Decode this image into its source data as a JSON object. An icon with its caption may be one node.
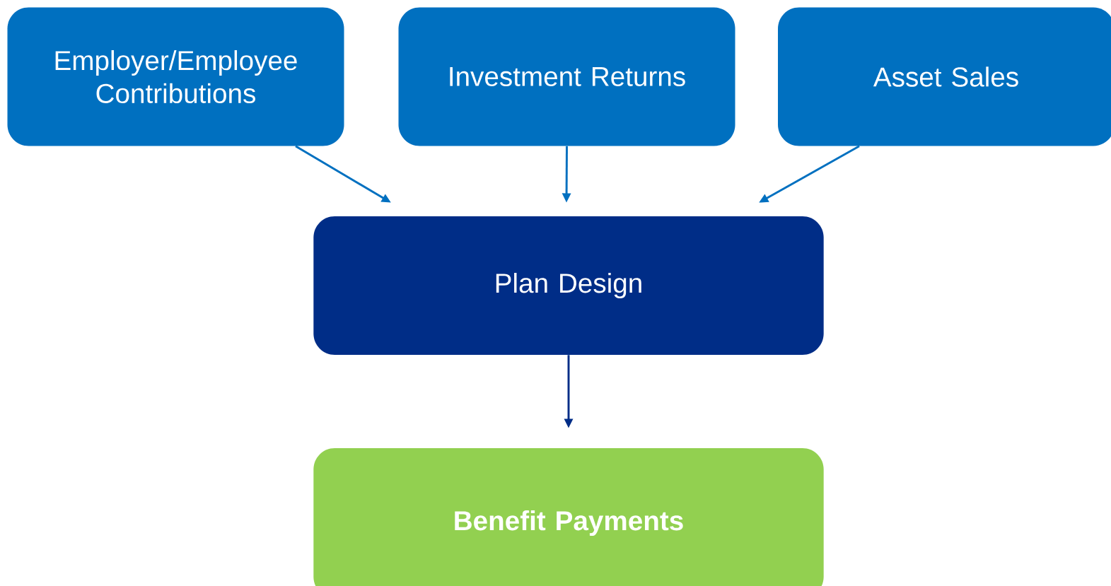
{
  "diagram": {
    "nodes": [
      {
        "text": [
          "Employer/Employee Contributions"
        ]
      },
      {
        "text": [
          "Investment Returns"
        ]
      },
      {
        "text": [
          "Asset Sales"
        ]
      },
      {
        "text": [
          "Plan Design"
        ]
      },
      {
        "text": [
          "Benefit Payments"
        ]
      }
    ],
    "edges": [
      {
        "from": 0,
        "to": 3,
        "arrow": "to"
      },
      {
        "from": 1,
        "to": 3,
        "arrow": "to"
      },
      {
        "from": 2,
        "to": 3,
        "arrow": "to"
      },
      {
        "from": 3,
        "to": 4,
        "arrow": "to",
        "color": "#002d87"
      }
    ]
  }
}
